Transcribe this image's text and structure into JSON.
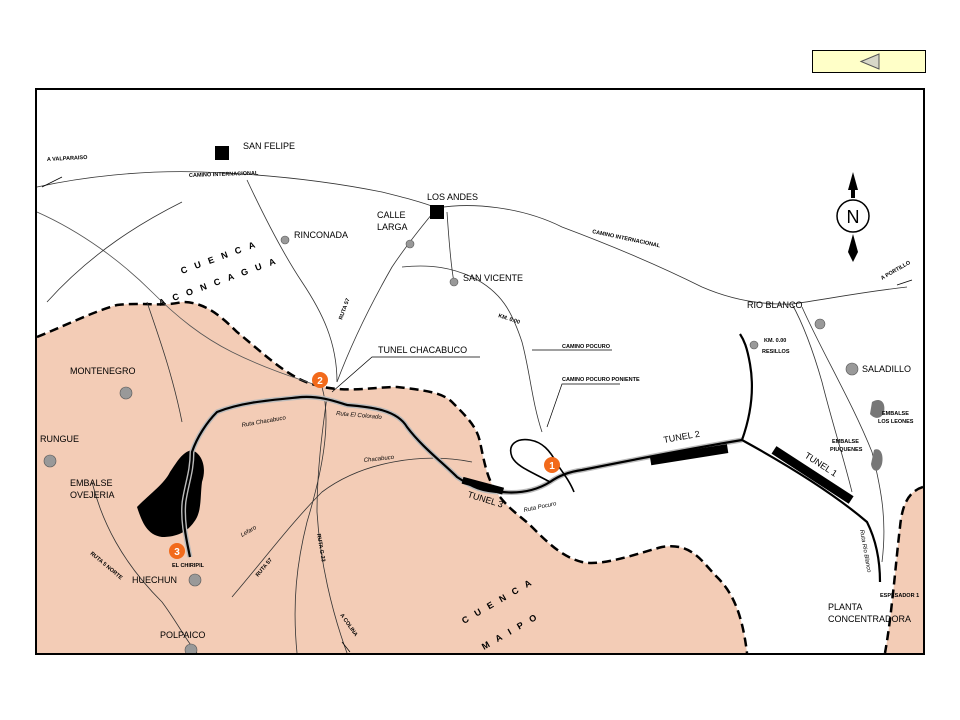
{
  "nav": {
    "back_icon": "triangle-left-icon",
    "button_color": "#ffffc8"
  },
  "colors": {
    "zone_fill": "#f3ccb6",
    "marker_fill": "#f26a1b",
    "reservoir": "#000000"
  },
  "compass": {
    "letter": "N"
  },
  "cities": {
    "san_felipe": "SAN FELIPE",
    "los_andes": "LOS ANDES",
    "calle_larga_1": "CALLE",
    "calle_larga_2": "LARGA",
    "rinconada": "RINCONADA",
    "san_vicente": "SAN VICENTE",
    "rio_blanco": "RIO BLANCO",
    "saladillo": "SALADILLO",
    "montenegro": "MONTENEGRO",
    "rungue": "RUNGUE",
    "embalse_1": "EMBALSE",
    "embalse_2": "OVEJERIA",
    "huechun": "HUECHUN",
    "polpaico": "POLPAICO",
    "planta_1": "PLANTA",
    "planta_2": "CONCENTRADORA",
    "tunel_chacabuco": "TUNEL CHACABUCO"
  },
  "roads": {
    "valparaiso": "A VALPARAISO",
    "camino_internacional_1": "CAMINO INTERNACIONAL",
    "camino_internacional_2": "CAMINO INTERNACIONAL",
    "portillo": "A PORTILLO",
    "ruta_57": "RUTA 57",
    "km_000_1": "KM. 0.00",
    "km_000_2": "KM. 0.00",
    "resillos": "RESILLOS",
    "camino_pocuro": "CAMINO POCURO",
    "camino_pocuro_poniente": "CAMINO POCURO PONIENTE",
    "ruta_chacabuco": "Ruta Chacabuco",
    "ruta_el_colorado": "Ruta El Colorado",
    "chacabuco": "Chacabuco",
    "ruta_pocuro": "Ruta Pocuro",
    "ruta_5_norte": "RUTA 5 NORTE",
    "ruta_g_23": "RUTA G-23",
    "ruta_57_b": "RUTA 57",
    "lefaro": "Lefaro",
    "el_chiripil": "EL CHIRIPIL",
    "a_colina": "A COLINA",
    "ruta_rio_blanco": "Ruta Rio Blanco",
    "embalse_los_leones_1": "EMBALSE",
    "embalse_los_leones_2": "LOS LEONES",
    "embalse_piuquenes_1": "EMBALSE",
    "embalse_piuquenes_2": "PIUQUENES",
    "espesador": "ESPESADOR 1"
  },
  "tunnels": {
    "t1": "TUNEL 1",
    "t2": "TUNEL 2",
    "t3": "TUNEL 3"
  },
  "basins": {
    "aconcagua_1": "CUENCA",
    "aconcagua_2": "ACONCAGUA",
    "maipo_1": "CUENCA",
    "maipo_2": "MAIPO"
  },
  "markers": [
    "1",
    "2",
    "3"
  ]
}
